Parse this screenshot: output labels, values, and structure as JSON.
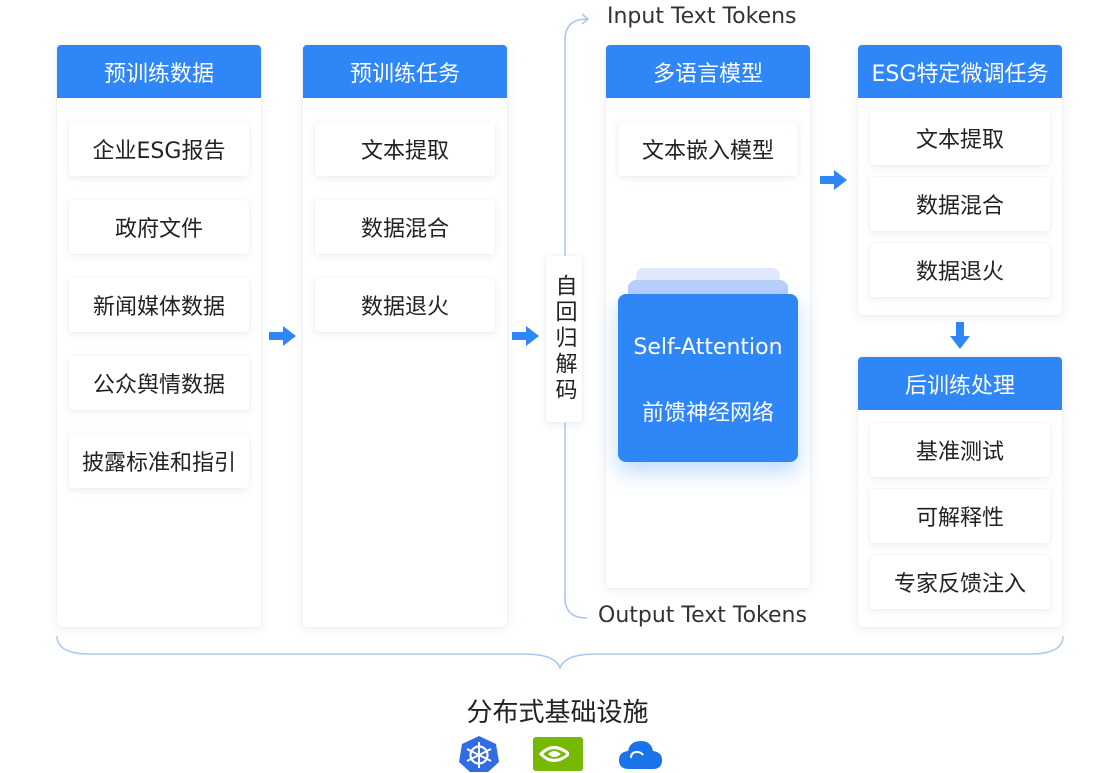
{
  "columns": [
    {
      "title": "预训练数据",
      "items": [
        "企业ESG报告",
        "政府文件",
        "新闻媒体数据",
        "公众舆情数据",
        "披露标准和指引"
      ]
    },
    {
      "title": "预训练任务",
      "items": [
        "文本提取",
        "数据混合",
        "数据退火"
      ]
    },
    {
      "title": "多语言模型",
      "items": [
        "文本嵌入模型"
      ],
      "attention": {
        "line1": "Self-Attention",
        "line2": "前馈神经网络"
      }
    },
    {
      "title": "ESG特定微调任务",
      "items": [
        "文本提取",
        "数据混合",
        "数据退火"
      ]
    },
    {
      "title": "后训练处理",
      "items": [
        "基准测试",
        "可解释性",
        "专家反馈注入"
      ]
    }
  ],
  "decoding": "自回归解码",
  "input_label": "Input Text Tokens",
  "output_label": "Output Text Tokens",
  "infrastructure": {
    "title": "分布式基础设施",
    "icons": [
      "kubernetes-icon",
      "nvidia-icon",
      "cloud-icon"
    ]
  },
  "colors": {
    "accent": "#2f86f6",
    "line": "#a9c8ef"
  }
}
